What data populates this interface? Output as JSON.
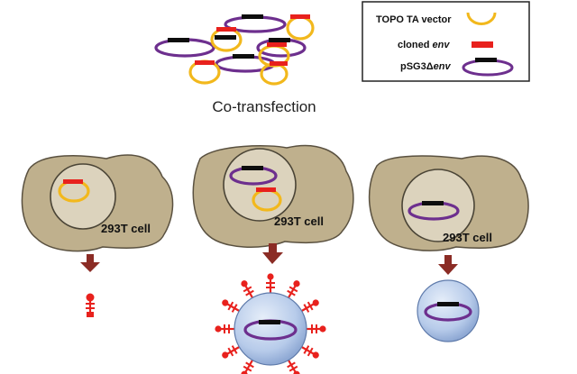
{
  "legend": {
    "items": [
      {
        "label": "TOPO TA vector",
        "icon": "yellow-ring-icon"
      },
      {
        "label_prefix": "cloned ",
        "label_emph": "env",
        "icon": "red-bar-icon"
      },
      {
        "label_prefix": "pSG3Δ",
        "label_emph": "env",
        "icon": "purple-plasmid-black-bar-icon"
      }
    ]
  },
  "step_title": "Co-transfection",
  "cells": [
    {
      "label": "293T cell",
      "contents": "TOPO TA vector with cloned env"
    },
    {
      "label": "293T cell",
      "contents": "pSG3Δenv plus TOPO TA vector with cloned env"
    },
    {
      "label": "293T cell",
      "contents": "pSG3Δenv only"
    }
  ],
  "colors": {
    "vector_ring": "#f2b81c",
    "env_insert": "#e8211d",
    "plasmid_ring": "#6d2f8e",
    "backbone_bar": "#0d0d0d",
    "cell_body": "#bfb08d",
    "cell_outline": "#5a5140",
    "nucleus": "#dcd3bd",
    "arrow": "#8b2c25",
    "virion": "#b7cbea"
  }
}
